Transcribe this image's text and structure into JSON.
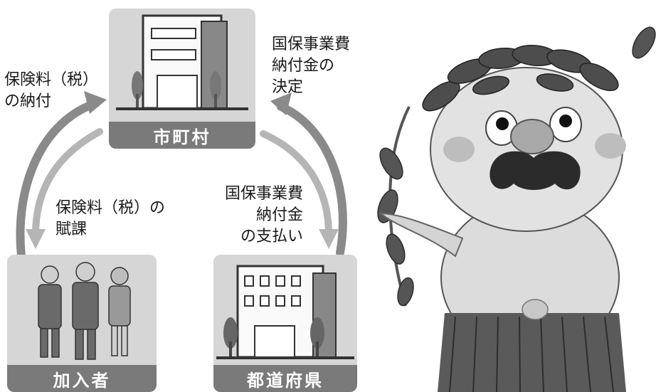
{
  "nodes": {
    "municipality": "市町村",
    "insured": "加入者",
    "prefecture": "都道府県"
  },
  "edges": {
    "premium_payment": [
      "保険料（税）",
      "の納付"
    ],
    "fund_decision": [
      "国保事業費",
      "納付金の",
      "決定"
    ],
    "premium_levy": [
      "保険料（税）の",
      "賦課"
    ],
    "fund_payment": [
      "国保事業費",
      "納付金",
      "の支払い"
    ]
  }
}
